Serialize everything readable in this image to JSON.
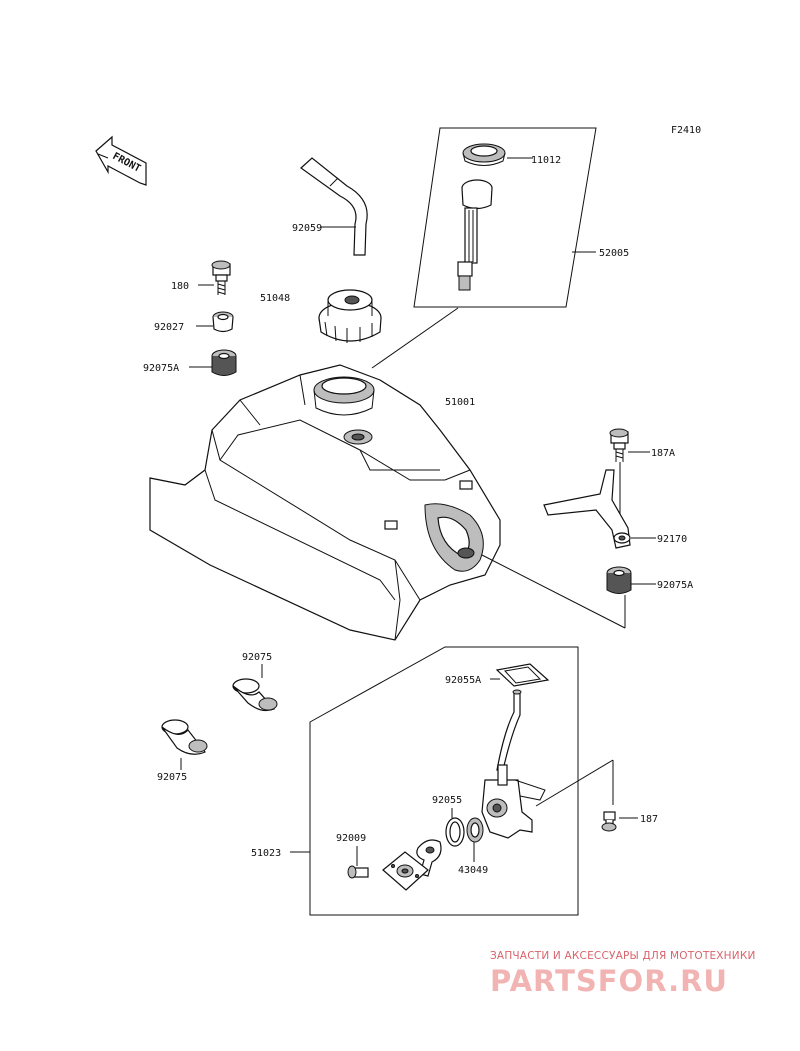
{
  "figure_code": "F2410",
  "front_label": "FRONT",
  "part_labels": {
    "p11012": "11012",
    "p52005": "52005",
    "p92059": "92059",
    "p180": "180",
    "p51048": "51048",
    "p92027": "92027",
    "p92075A_left": "92075A",
    "p51001": "51001",
    "p187A": "187A",
    "p92170": "92170",
    "p92075A_right": "92075A",
    "p92075_top": "92075",
    "p92075_bottom": "92075",
    "p92055A": "92055A",
    "p92055": "92055",
    "p187": "187",
    "p92009": "92009",
    "p51023": "51023",
    "p43049": "43049"
  },
  "watermark": {
    "tagline": "ЗАПЧАСТИ И АКСЕССУАРЫ ДЛЯ МОТОТЕХНИКИ",
    "logo": "PARTSFOR.RU"
  },
  "colors": {
    "line": "#111111",
    "watermark_text": "#d9636b",
    "watermark_logo": "#f2b3b3"
  }
}
